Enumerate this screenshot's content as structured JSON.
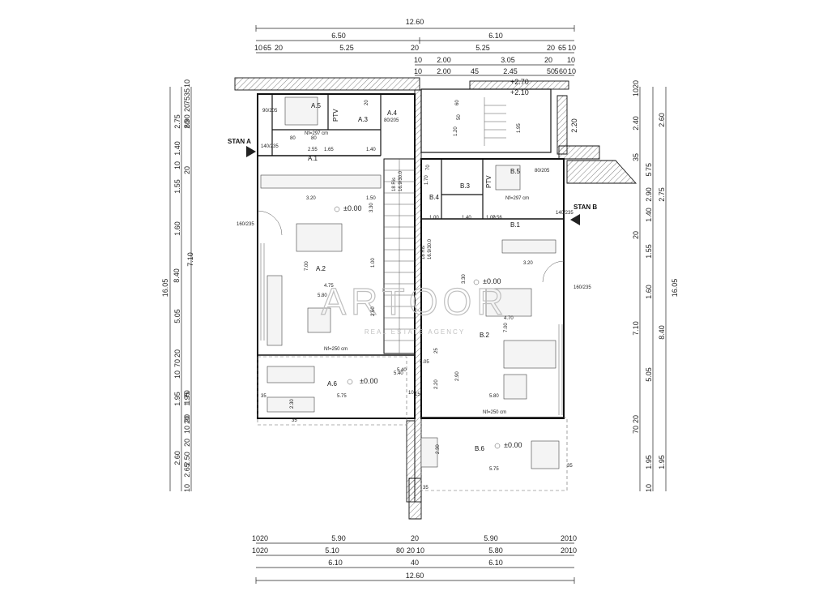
{
  "dimensions": {
    "top": {
      "total": "12.60",
      "row2": [
        "6.50",
        "6.10"
      ],
      "row3": [
        "10",
        "65",
        "20",
        "5.25",
        "20",
        "5.25",
        "20",
        "65",
        "10"
      ],
      "row4": [
        "10",
        "2.00",
        "3.05",
        "20",
        "10"
      ],
      "row5": [
        "10",
        "2.00",
        "45",
        "2.45",
        "50",
        "5",
        "60",
        "10"
      ]
    },
    "bottom": {
      "row1": [
        "10",
        "20",
        "5.90",
        "20",
        "5.90",
        "20",
        "10"
      ],
      "row2": [
        "10",
        "20",
        "5.10",
        "80",
        "20",
        "10",
        "5.80",
        "20",
        "10"
      ],
      "row3": [
        "6.10",
        "40",
        "6.10"
      ],
      "total": "12.60"
    },
    "left": {
      "outer": "16.05",
      "col2": [
        "8.40",
        "7.10",
        "20",
        "10"
      ],
      "col3": [
        "2.75",
        "1.40",
        "10",
        "1.55",
        "1.60",
        "5.05",
        "70",
        "20",
        "10",
        "1.95",
        "2.60"
      ],
      "col4": [
        "35",
        "75",
        "20",
        "10",
        "60",
        "2.90",
        "20",
        "7.10",
        "1.70",
        "20",
        "2.50",
        "10"
      ],
      "col5": [
        "20",
        "10",
        "1.95",
        "20",
        "2.65"
      ]
    },
    "right": {
      "outer": "16.05",
      "col2": [
        "2.60",
        "2.75",
        "8.40",
        "1.95"
      ],
      "col3": [
        "20",
        "10",
        "2.40",
        "35",
        "75",
        "5",
        "20",
        "2.90",
        "7.10",
        "70",
        "20",
        "1.95"
      ],
      "col4": [
        "2.20",
        "1.40",
        "1.55",
        "1.60",
        "5.05",
        "10"
      ]
    }
  },
  "interior": {
    "levels": [
      "+2.70",
      "+2.10",
      "±0.00",
      "±0.00",
      "±0.00",
      "±0.00"
    ],
    "stair_riser_labels": [
      "18 Ris",
      "16.9/30.0",
      "18 Ris",
      "16.9/30.0"
    ],
    "inner_dims": [
      "2.55",
      "1.65",
      "1.40",
      "80",
      "80",
      "3.20",
      "1.50",
      "3.30",
      "7.00",
      "4.75",
      "5.80",
      "1.00",
      "2.60",
      "5.40",
      "5.75",
      "2.30",
      "35",
      "35",
      "3.20",
      "2.56",
      "1.00",
      "1.40",
      "1.00",
      "3.30",
      "4.70",
      "7.00",
      "2.90",
      "5.80",
      "2.20",
      "2.30",
      "5.75",
      "35",
      "35",
      "1.95",
      "1.20",
      "60",
      "50",
      "1.70",
      "70",
      "20",
      "5.40",
      "4.05",
      "25",
      "10",
      "15"
    ],
    "door_labels": [
      "160/235",
      "90/205",
      "80/205",
      "140/235",
      "160/235",
      "80/205",
      "140/235"
    ],
    "window_labels": [
      "Nf=250 cm",
      "Nf=250 cm",
      "Nf=297 cm",
      "Nf=297 cm"
    ]
  },
  "rooms": [
    {
      "id": "A.5"
    },
    {
      "id": "A.3"
    },
    {
      "id": "A.4"
    },
    {
      "id": "A.1"
    },
    {
      "id": "A.2"
    },
    {
      "id": "A.6"
    },
    {
      "id": "B.5"
    },
    {
      "id": "B.3"
    },
    {
      "id": "B.4"
    },
    {
      "id": "B.1"
    },
    {
      "id": "B.2"
    },
    {
      "id": "B.6"
    }
  ],
  "equipment": {
    "ptv_a": "PTV",
    "ptv_b": "PTV"
  },
  "entrances": {
    "stan_a": "STAN A",
    "stan_b": "STAN B"
  },
  "watermark": {
    "text": "ARTOOR",
    "subtitle": "REAL ESTATE AGENCY"
  }
}
